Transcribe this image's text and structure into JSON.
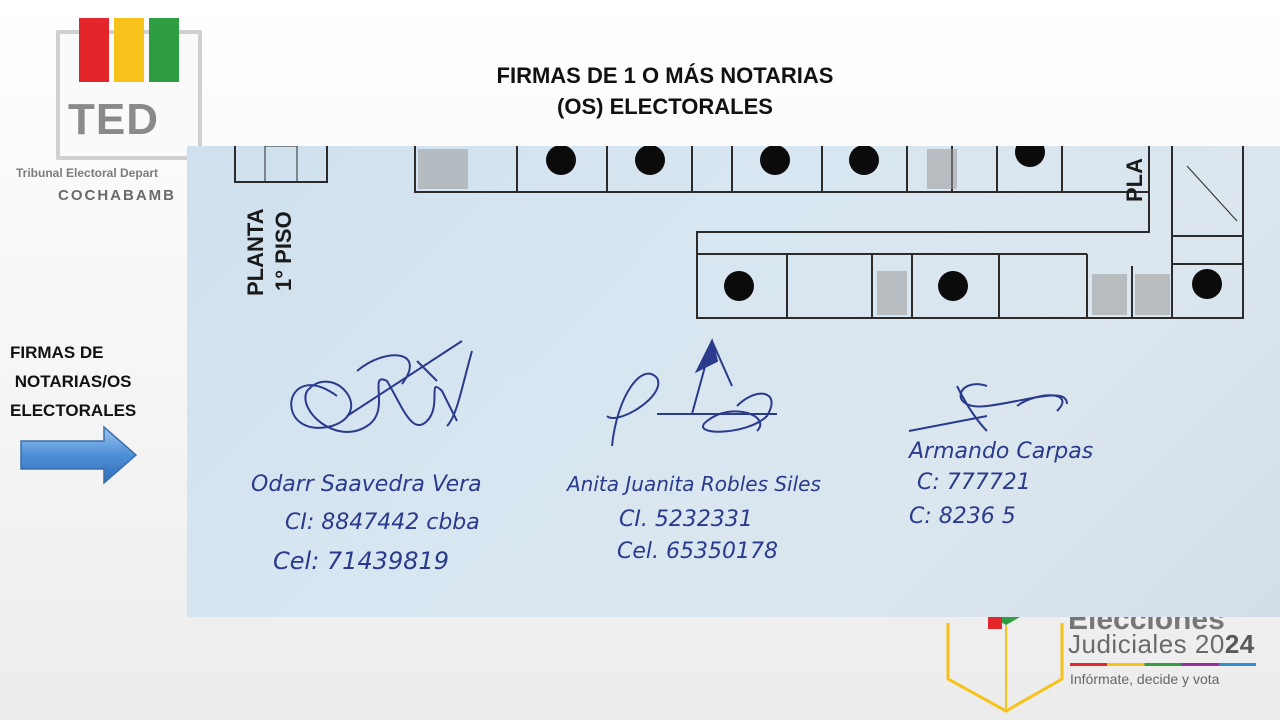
{
  "logo": {
    "wordmark": "TED",
    "org_line1": "Tribunal Electoral Depart",
    "org_line2": "COCHABAMB"
  },
  "title": {
    "line1": "FIRMAS DE 1 O MÁS NOTARIAS",
    "line2": "(OS) ELECTORALES"
  },
  "side_label": "FIRMAS DE\n NOTARIAS/OS\nELECTORALES",
  "photo": {
    "floor_label_1": "PLANTA",
    "floor_label_2": "1° PISO",
    "floor_label_right": "PLA",
    "signatures": [
      {
        "name": "Odarr Saavedra Vera",
        "ci": "CI: 8847442 cbba",
        "cel": "Cel: 71439819"
      },
      {
        "name": "Anita Juanita Robles Siles",
        "ci": "CI. 5232331",
        "cel": "Cel. 65350178"
      },
      {
        "name": "Armando Carpas",
        "ci": "C: 777721",
        "cel": "C: 8236 5"
      }
    ]
  },
  "badge": {
    "top": "Elecciones",
    "title_plain": "Judiciales 20",
    "title_bold": "24",
    "slogan": "Infórmate, decide y vota"
  },
  "colors": {
    "ink": "#2a3a8c",
    "red": "#e3262b",
    "yellow": "#f7c21a",
    "green": "#2f9e43",
    "arrow": "#4d8fd6"
  }
}
